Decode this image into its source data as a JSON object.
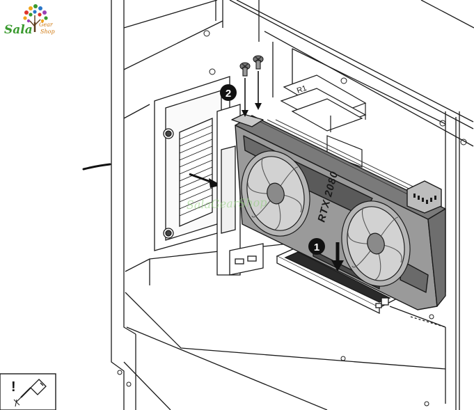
{
  "logo": {
    "brand": "Sala",
    "sub_line1": "Gear",
    "sub_line2": "Shop",
    "leaf_colors": [
      "#e0342a",
      "#f2a51c",
      "#3a9a2f",
      "#2a77c9",
      "#9b3fb5"
    ]
  },
  "callouts": {
    "step1": "1",
    "step2": "2"
  },
  "gpu": {
    "model_label": "RTX 2080"
  },
  "riser": {
    "label": "R1"
  },
  "watermark": {
    "text": "SalaGearShop"
  },
  "warning_box": {
    "symbol": "!",
    "icon": "screwdriver-icon"
  },
  "colors": {
    "line": "#1a1a1a",
    "gpu_body": "#9a9a9a",
    "gpu_dark": "#6e6e6e",
    "case_fill": "#ffffff",
    "callout_bg": "#111111"
  }
}
